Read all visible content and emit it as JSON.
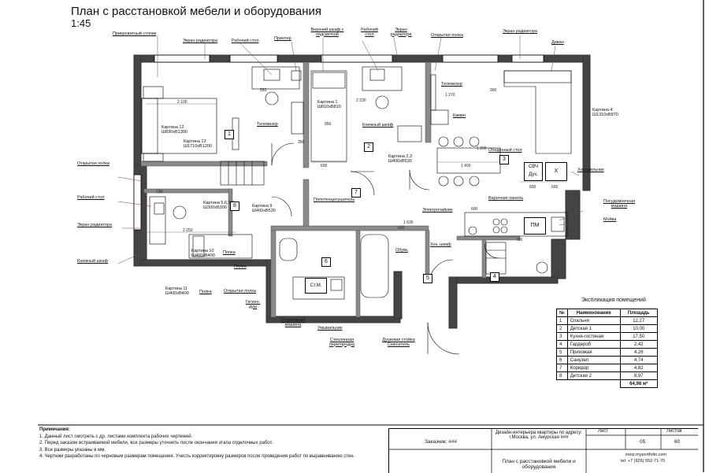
{
  "header": {
    "title": "План с расстановкой мебели и оборудования",
    "scale": "1:45"
  },
  "callouts": {
    "prikrovatny": "Прикроватный столик",
    "ekran1": "Экран радиатора",
    "rabochiy1": "Рабочий стол",
    "printer": "Принтер",
    "verhniy": "Верхний шкаф с подсветкой",
    "rabochiy2": "Рабочий стол",
    "ekran2": "Экран радиатора",
    "otkr_polka1": "Открытая полка",
    "ekran3": "Экран радиатора",
    "divan": "Диван",
    "televizor1": "Телевизор",
    "televizor2": "Телевизор",
    "kamin": "Камин",
    "knizhny1": "Книжный шкаф",
    "obedenny": "Обеденный стол",
    "holodilnik": "Холодильник",
    "varochnaya": "Варочная панель",
    "posudomoechnaya": "Посудомоечная машина",
    "moyka": "Мойка",
    "elektrochaynik": "Электрочайник",
    "hoz": "Хоз. шкаф",
    "polotentse": "Полотенцесушитель",
    "otkr_polka2": "Открытая полка",
    "rabochiy3": "Рабочий стол",
    "ekran4": "Экран радиатора",
    "knizhny2": "Книжный шкаф",
    "polka1": "Полка",
    "polka2": "Полка",
    "polka3": "Полка",
    "otkr_polka3": "Открытая полка",
    "gig_dush": "Гигиен. душ",
    "stiralnaya": "Стиральная машина",
    "umyvalnik": "Умывальник",
    "steklyannaya": "Стеклянная перегородка",
    "dushevaya": "Душевая стойка Смеситель",
    "obuv": "Обувь"
  },
  "pictures": {
    "k1": "Картина 1 Ш810хВ810",
    "k2": "Картина 2,3 Ш400хВ530",
    "k4": "Картина 4 Ш1310хВ870",
    "k12": "Картина 12 Ш830хВ1300",
    "k13": "Картина 13 Ш1710хВ1200",
    "k5": "Картина 5,6,7,8 Ш300хВ300",
    "k9": "Картина 9 Ш400хВ530",
    "k10": "Картина 10 Ш400хВ400",
    "k11": "Картина 11 Ш400хВ400"
  },
  "appliances": {
    "svch": "СВЧ Дух.",
    "x": "X",
    "pm": "ПМ",
    "stm": "Ст.М."
  },
  "rooms": [
    "1",
    "2",
    "3",
    "4",
    "5",
    "6",
    "7",
    "8"
  ],
  "dims": [
    "2 100",
    "2 250",
    "1 400",
    "600",
    "550",
    "950",
    "900",
    "700",
    "350",
    "1 200",
    "1 630",
    "2 230",
    "1 270",
    "600",
    "600",
    "600",
    "700",
    "600"
  ],
  "legend": {
    "title": "Экспликация помещений",
    "headers": [
      "№",
      "Наименование",
      "Площадь"
    ],
    "rows": [
      [
        "1",
        "Спальня",
        "12,27"
      ],
      [
        "2",
        "Детская 1",
        "10,00"
      ],
      [
        "3",
        "Кухня-гостиная",
        "17,50"
      ],
      [
        "4",
        "Гардероб",
        "2,42"
      ],
      [
        "5",
        "Прихожая",
        "4,26"
      ],
      [
        "6",
        "Санузел",
        "4,74"
      ],
      [
        "7",
        "Коридор",
        "4,82"
      ],
      [
        "8",
        "Детская 2",
        "8,97"
      ]
    ],
    "total": "64,98 м²"
  },
  "notes": {
    "heading": "Примечания:",
    "items": [
      "1. Данный лист смотреть с др. листами комплекта рабочих чертежей.",
      "2. Перед заказом встраиваемой мебели, все размеры уточнить после окончания этапа отделочных работ.",
      "3. Все размеры указаны в мм.",
      "4. Чертежи разработаны по черновым размерам помещения. Учесть корректировку размеров после проведения работ по выравниванию стен."
    ]
  },
  "stamp": {
    "client": "Заказчик: ###",
    "project": "Дизайн-интерьера квартиры по адресу: г.Москва, ул. Амурская ###",
    "sheet_label": "Лист",
    "sheets_label": "Листов",
    "sheet": "05",
    "sheets": "60",
    "sheet_title": "План с расстановкой мебели и оборудования",
    "contact_site": "inetz.myportfolio.com",
    "contact_phone": "tel: +7 (926) 552-71-70"
  }
}
